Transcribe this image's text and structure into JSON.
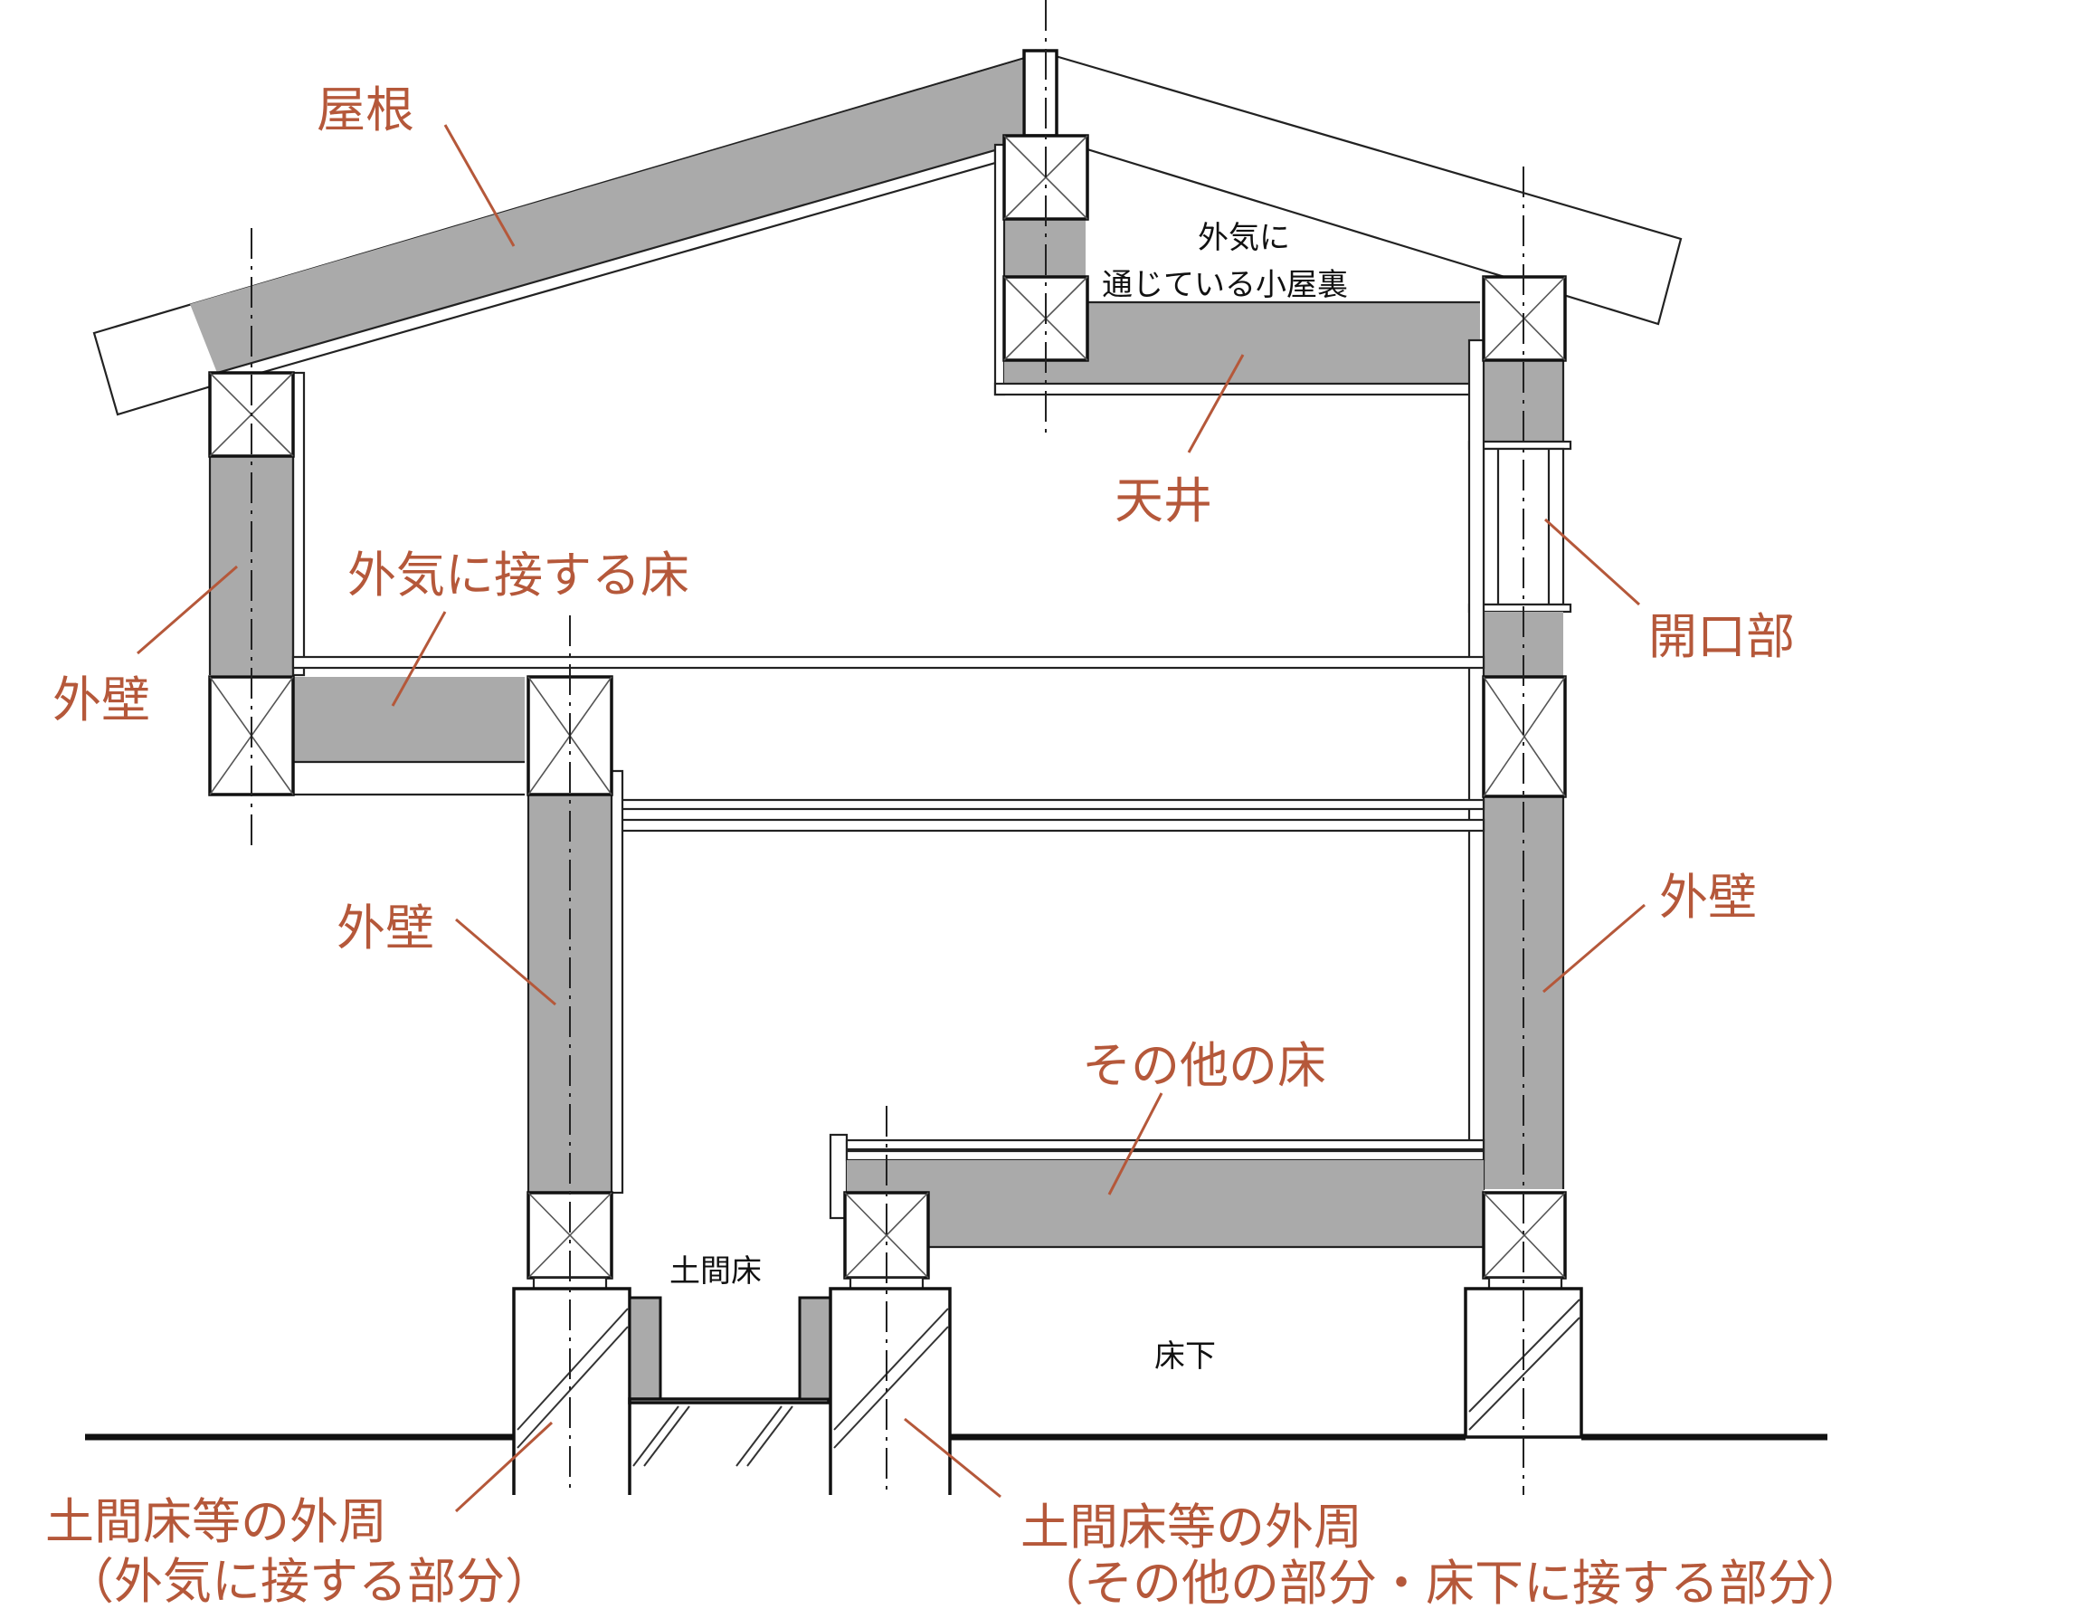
{
  "labels": {
    "roof": "屋根",
    "ceiling": "天井",
    "opening": "開口部",
    "wall_upper_left": "外壁",
    "wall_middle": "外壁",
    "wall_right": "外壁",
    "floor_exposed": "外気に接する床",
    "floor_other": "その他の床",
    "perimeter_left_1": "土間床等の外周",
    "perimeter_left_2": "（外気に接する部分）",
    "perimeter_right_1": "土間床等の外周",
    "perimeter_right_2": "（その他の部分・床下に接する部分）"
  },
  "notes": {
    "attic_1": "外気に",
    "attic_2": "通じている小屋裏",
    "earth_floor": "土間床",
    "underfloor": "床下"
  }
}
